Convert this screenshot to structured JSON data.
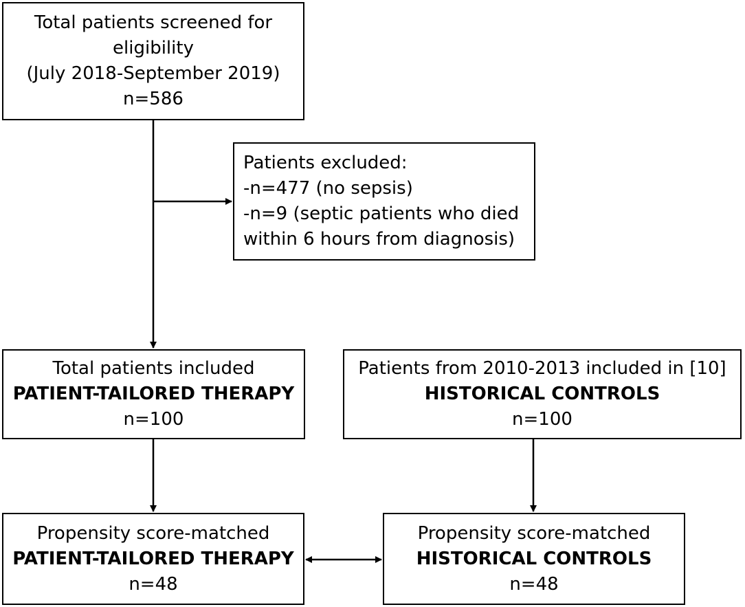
{
  "boxes": {
    "screened": {
      "line1": "Total patients screened for",
      "line2": "eligibility",
      "line3": "(July 2018-September 2019)",
      "line4": "n=586"
    },
    "excluded": {
      "line1": "Patients excluded:",
      "line2": "-n=477 (no sepsis)",
      "line3": "-n=9 (septic patients who died",
      "line4": "within 6 hours from diagnosis)"
    },
    "included": {
      "line1": "Total patients included",
      "line2": "PATIENT-TAILORED THERAPY",
      "line3": "n=100"
    },
    "historical": {
      "line1": "Patients from 2010-2013 included in [10]",
      "line2": "HISTORICAL CONTROLS",
      "line3": "n=100"
    },
    "matched_ptt": {
      "line1": "Propensity score-matched",
      "line2": "PATIENT-TAILORED THERAPY",
      "line3": "n=48"
    },
    "matched_hc": {
      "line1": "Propensity score-matched",
      "line2": "HISTORICAL CONTROLS",
      "line3": "n=48"
    }
  },
  "colors": {
    "stroke": "#000000",
    "background": "#ffffff"
  }
}
